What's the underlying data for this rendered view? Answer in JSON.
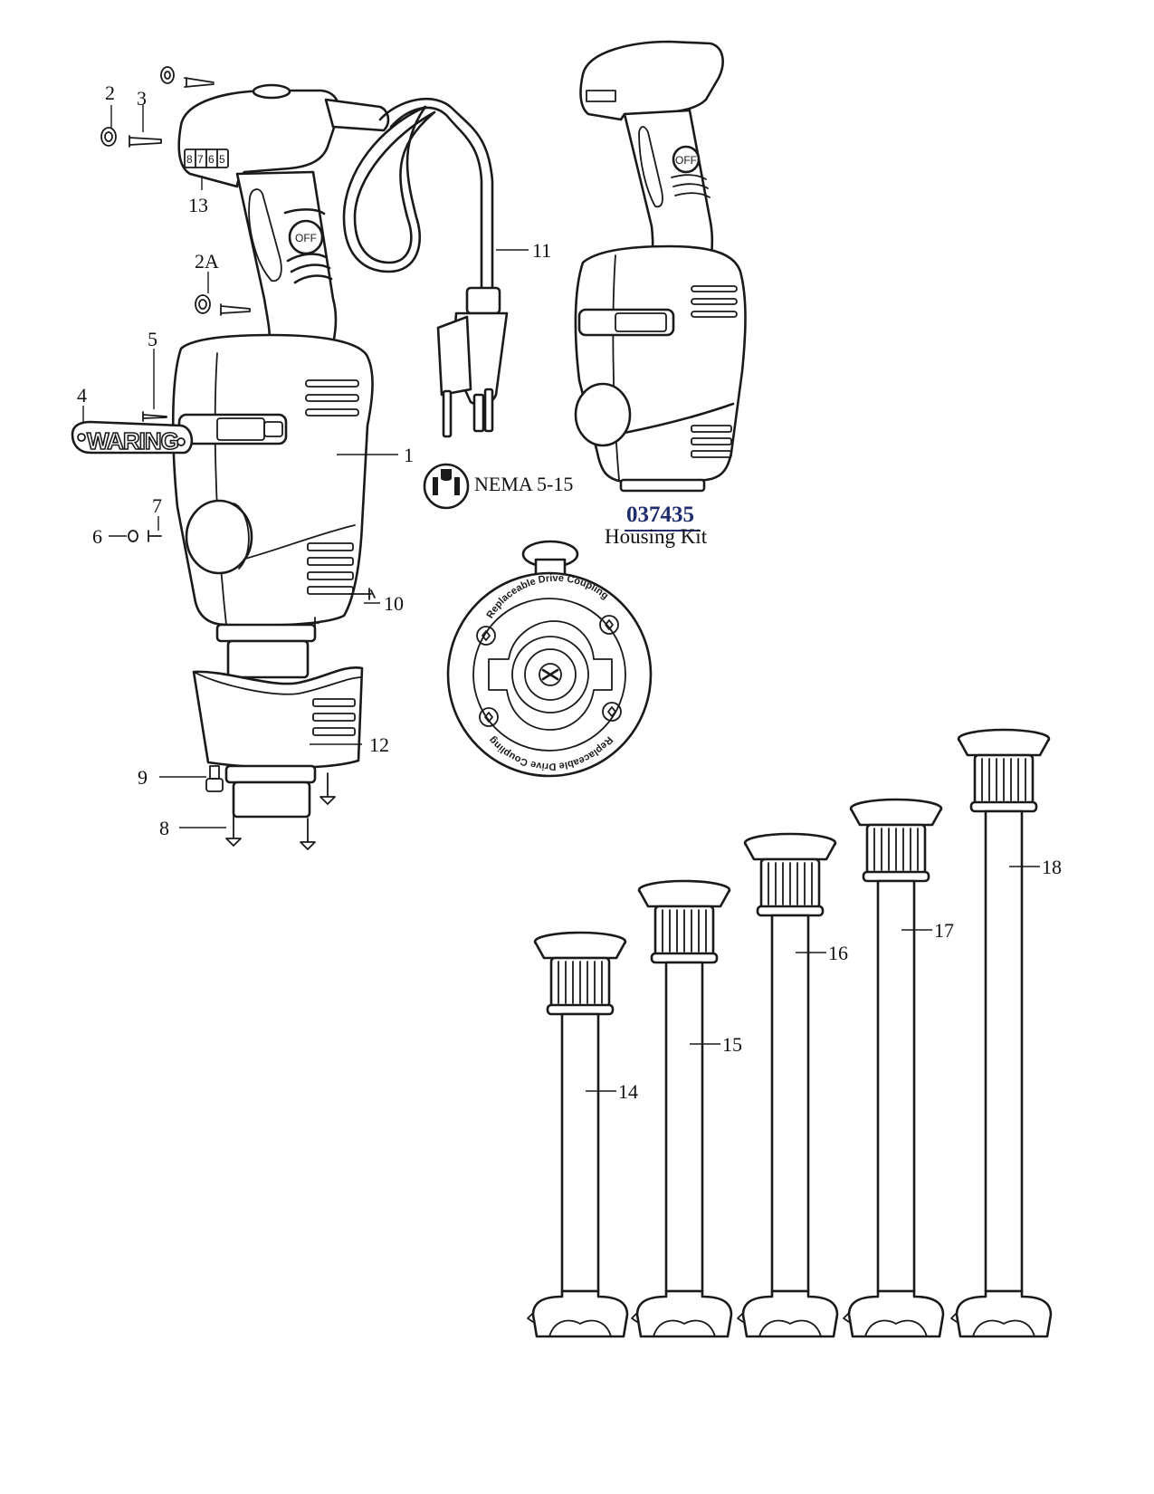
{
  "callouts": {
    "c1": "1",
    "c2": "2",
    "c2a": "2A",
    "c3": "3",
    "c4": "4",
    "c5": "5",
    "c6": "6",
    "c7": "7",
    "c8": "8",
    "c9": "9",
    "c10": "10",
    "c11": "11",
    "c12": "12",
    "c13": "13",
    "c14": "14",
    "c15": "15",
    "c16": "16",
    "c17": "17",
    "c18": "18"
  },
  "plug_type": "NEMA 5-15",
  "housing_kit": {
    "number": "037435",
    "label": "Housing Kit"
  },
  "coupling": {
    "label_top": "Replaceable Drive Coupling",
    "label_bottom": "Replaceable Drive Coupling"
  },
  "switch_label": "OFF",
  "logo": "WARING",
  "speed_dial": [
    "8",
    "7",
    "6",
    "5"
  ],
  "colors": {
    "ink": "#1a1a1a",
    "kit_number": "#1f2d6e"
  }
}
